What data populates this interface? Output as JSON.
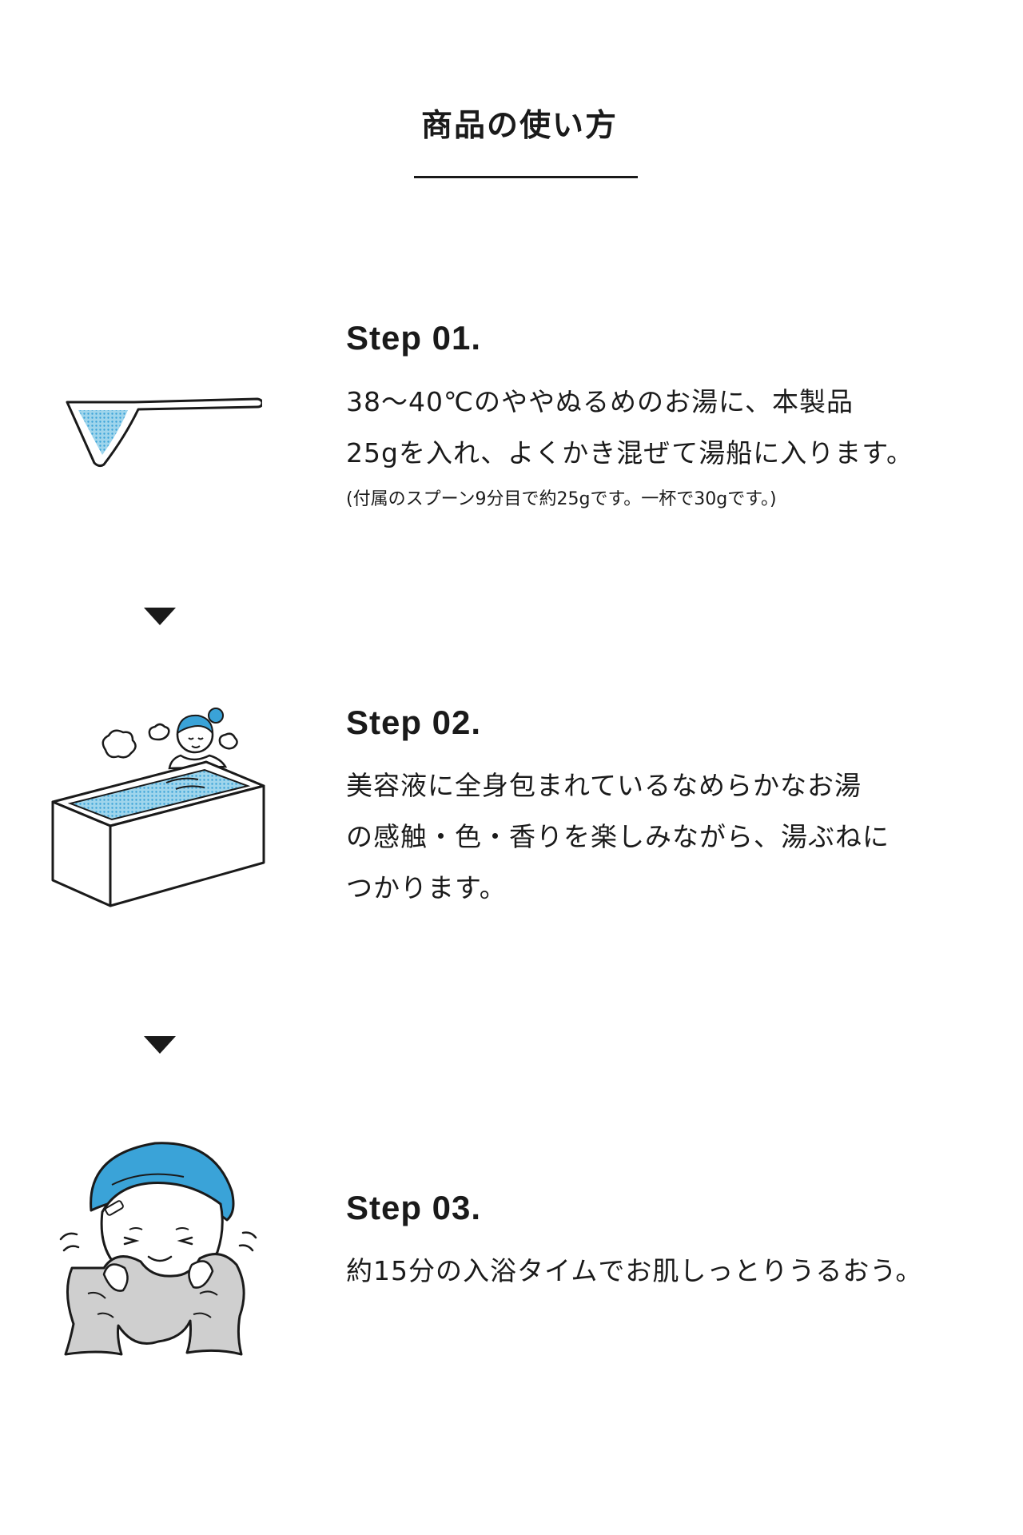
{
  "title": "商品の使い方",
  "steps": [
    {
      "heading": "Step 01.",
      "lines": [
        "38〜40℃のややぬるめのお湯に、本製品",
        "25gを入れ、よくかき混ぜて湯船に入ります。"
      ],
      "note": "(付属のスプーン9分目で約25gです。一杯で30gです。)",
      "illustration": "measuring-spoon"
    },
    {
      "heading": "Step 02.",
      "lines": [
        "美容液に全身包まれているなめらかなお湯",
        "の感触・色・香りを楽しみながら、湯ぶねに",
        "つかります。"
      ],
      "illustration": "bathtub"
    },
    {
      "heading": "Step 03.",
      "lines": [
        "約15分の入浴タイムでお肌しっとりうるおう。"
      ],
      "illustration": "towel-face"
    }
  ],
  "colors": {
    "accent": "#3aa3d8",
    "text": "#1a1a1a",
    "towel": "#cfcfcf"
  }
}
